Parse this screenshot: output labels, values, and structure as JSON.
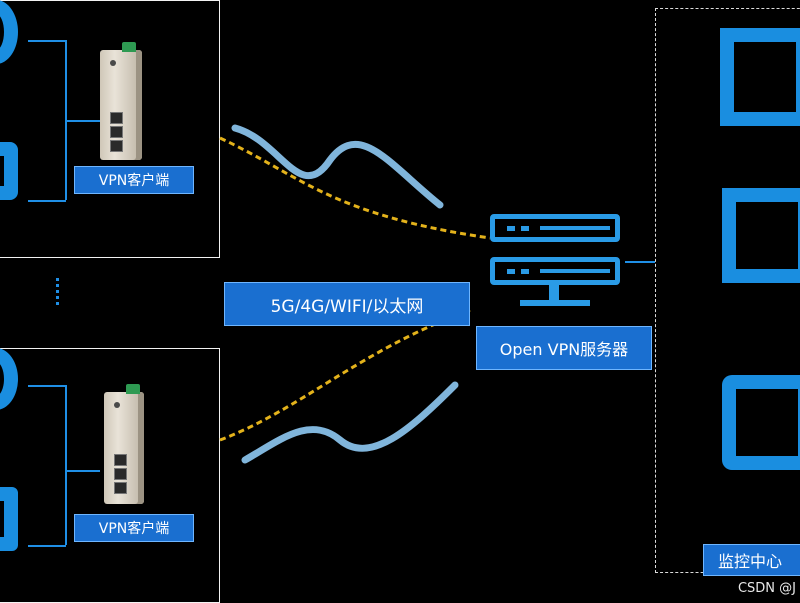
{
  "clients": [
    {
      "label": "VPN客户端"
    },
    {
      "label": "VPN客户端"
    }
  ],
  "network": {
    "label": "5G/4G/WIFI/以太网"
  },
  "server": {
    "label": "Open VPN服务器"
  },
  "monitor": {
    "label": "监控中心"
  },
  "watermark": "CSDN @J",
  "colors": {
    "accent": "#1a6fd0",
    "link": "#e3b21b",
    "line": "#1f8fe6"
  }
}
